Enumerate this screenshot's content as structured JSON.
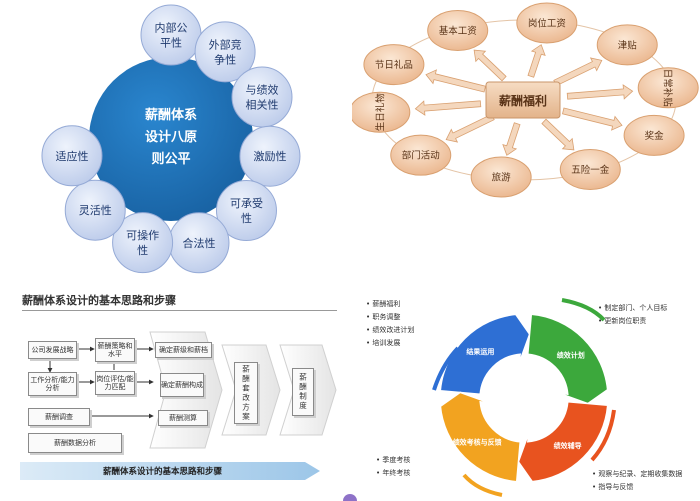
{
  "principles": {
    "center": [
      "薪酬体系",
      "设计八原",
      "则公平"
    ],
    "items": [
      {
        "id": "internal-fairness",
        "lines": [
          "内部公",
          "平性"
        ]
      },
      {
        "id": "external-competitive",
        "lines": [
          "外部竞",
          "争性"
        ]
      },
      {
        "id": "performance-related",
        "lines": [
          "与绩效",
          "相关性"
        ]
      },
      {
        "id": "incentive",
        "lines": [
          "激励性"
        ]
      },
      {
        "id": "affordability",
        "lines": [
          "可承受",
          "性"
        ]
      },
      {
        "id": "legality",
        "lines": [
          "合法性"
        ]
      },
      {
        "id": "operability",
        "lines": [
          "可操作",
          "性"
        ]
      },
      {
        "id": "flexibility",
        "lines": [
          "灵活性"
        ]
      },
      {
        "id": "adaptability",
        "lines": [
          "适应性"
        ]
      }
    ],
    "colors": {
      "center": "#1f6db3",
      "bubble": "#c9d5ee",
      "bubble_edge": "#95aad6",
      "text": "#1f3a6e"
    }
  },
  "welfare": {
    "center": "薪酬福利",
    "items": [
      {
        "id": "basic-salary",
        "label": "基本工资"
      },
      {
        "id": "position-salary",
        "label": "岗位工资"
      },
      {
        "id": "allowance",
        "label": "津贴"
      },
      {
        "id": "daily-subsidy",
        "label": "日常补贴"
      },
      {
        "id": "bonus",
        "label": "奖金"
      },
      {
        "id": "insurance",
        "label": "五险一金"
      },
      {
        "id": "travel",
        "label": "旅游"
      },
      {
        "id": "department-activity",
        "label": "部门活动"
      },
      {
        "id": "birthday-gift",
        "label": "生日礼物"
      },
      {
        "id": "holiday-gift",
        "label": "节日礼品"
      }
    ],
    "colors": {
      "oval": "#f0c9a6",
      "oval_edge": "#d9a070",
      "center": "#eccdb0",
      "text": "#5a3418"
    }
  },
  "flow": {
    "title": "薪酬体系设计的基本思路和步骤",
    "boxes": {
      "strategy": "公司发展战略",
      "policy": "薪酬策略和水平",
      "job_analysis": "工作分析/能力分析",
      "evaluation": "岗位评估/能力匹配",
      "survey": "薪酬调查",
      "data_analysis": "薪酬数据分析",
      "grade": "确定薪级和薪档",
      "structure": "确定薪酬构成",
      "measure": "薪酬测算",
      "reform": "薪酬套改方案",
      "system": "薪酬制度"
    },
    "banner": "薪酬体系设计的基本思路和步骤"
  },
  "cycle": {
    "segments": [
      {
        "id": "result-application",
        "label": "结果运用",
        "color": "#2e6fd4"
      },
      {
        "id": "performance-plan",
        "label": "绩效计划",
        "color": "#3ca83c"
      },
      {
        "id": "performance-coaching",
        "label": "绩效辅导",
        "color": "#e8531f"
      },
      {
        "id": "performance-review",
        "label": "绩效考核与反馈",
        "color": "#f2a320"
      }
    ],
    "notes_top_left": [
      "薪酬福利",
      "职务调整",
      "绩效改进计划",
      "培训发展"
    ],
    "notes_top_right": [
      "制定部门、个人目标",
      "更新岗位职责"
    ],
    "notes_bottom_left": [
      "季度考核",
      "年终考核"
    ],
    "notes_bottom_right": [
      "观察与纪录、定期收集数据",
      "指导与反馈"
    ]
  }
}
